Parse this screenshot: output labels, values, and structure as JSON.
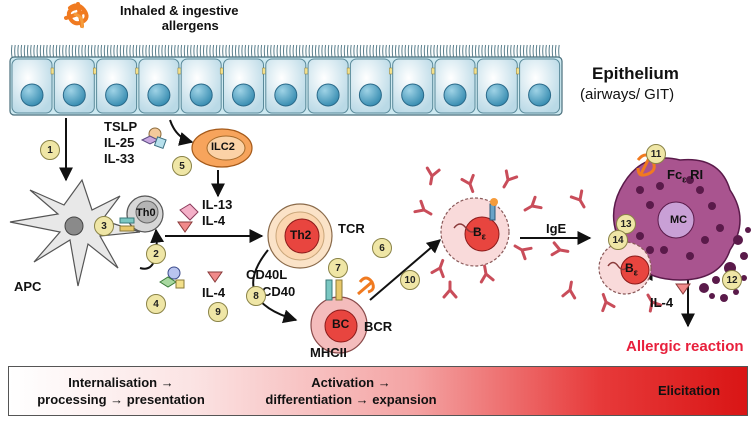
{
  "top": {
    "allergen_label_line1": "Inhaled & ingestive",
    "allergen_label_line2": "allergens"
  },
  "epithelium": {
    "title": "Epithelium",
    "subtitle": "(airways/ GIT)"
  },
  "cytokines": {
    "tslp": "TSLP",
    "il25": "IL-25",
    "il33": "IL-33",
    "il13": "IL-13",
    "il4_top": "IL-4",
    "il4_mid": "IL-4",
    "il4_right": "IL-4"
  },
  "cells": {
    "apc": "APC",
    "th0": "Th0",
    "ilc2": "ILC2",
    "th2": "Th2",
    "bc": "BC",
    "beps_main": "B",
    "beps_right": "B",
    "mc": "MC",
    "eps": "ε"
  },
  "receptors": {
    "tcr": "TCR",
    "bcr": "BCR",
    "mhcii": "MHCII",
    "cd40l": "CD40L",
    "cd40": "CD40",
    "ige": "IgE",
    "fce": "Fc",
    "fce_ri": "RI"
  },
  "outcome": {
    "allergic_reaction": "Allergic reaction"
  },
  "steps": [
    "1",
    "2",
    "3",
    "4",
    "5",
    "6",
    "7",
    "8",
    "9",
    "10",
    "11",
    "12",
    "13",
    "14"
  ],
  "phases": {
    "p1_line1": "Internalisation →",
    "p1_line2": "processing → presentation",
    "p2_line1": "Activation →",
    "p2_line2": "differentiation → expansion",
    "p3": "Elicitation"
  },
  "colors": {
    "epithelium": "#cde9f1",
    "th2": "#f49a8a",
    "b_cell": "#f4bcbc",
    "mast_cell": "#a9548f",
    "ilc2": "#f7a45c",
    "reaction": "#e8203c",
    "badge": "#efe6a6"
  }
}
